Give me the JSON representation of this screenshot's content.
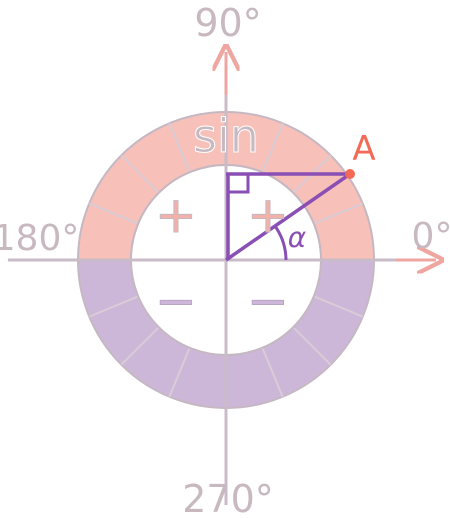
{
  "diagram": {
    "title_function": "sin",
    "point_label": "A",
    "angle_label": "α",
    "angles": {
      "top": "90°",
      "left": "180°",
      "right": "0°",
      "bottom": "270°"
    },
    "quadrant_signs": {
      "upper_left": "+",
      "upper_right": "+",
      "lower_left": "−",
      "lower_right": "−"
    },
    "colors": {
      "positive_band": "#f7c0b8",
      "negative_band": "#cdb7d9",
      "axes": "#c9bcc8",
      "arrows": "#f0a6a0",
      "radius_line": "#8a4fb4",
      "point": "#f26a55",
      "labels": "#c8b8c0",
      "ring_outline": "#c5b8c3"
    }
  }
}
